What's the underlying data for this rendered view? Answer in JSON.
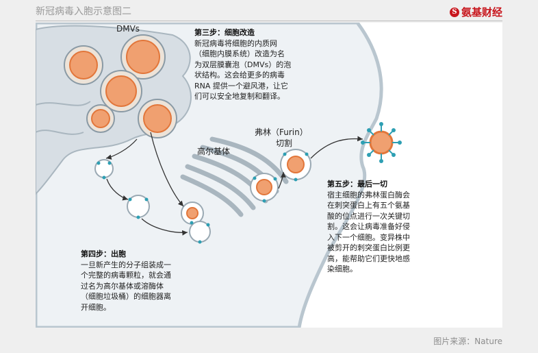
{
  "header": {
    "title": "新冠病毒入胞示意图二",
    "brand": "氨基财经",
    "brand_mark": "S"
  },
  "labels": {
    "dmvs": "DMVs",
    "golgi": "高尔基体",
    "furin_line1": "弗林（Furin）",
    "furin_line2": "切割"
  },
  "step3": {
    "heading": "第三步：细胞改造",
    "body": [
      "新冠病毒将细胞的内质网",
      "（细胞内膜系统）改造为名",
      "为双层膜囊泡（DMVs）的泡",
      "状结构。这会给更多的病毒",
      "RNA 提供一个避风港，让它",
      "们可以安全地复制和翻译。"
    ]
  },
  "step4": {
    "heading": "第四步：出胞",
    "body": [
      "一旦新产生的分子组装成一",
      "个完整的病毒颗粒，就会通",
      "过名为高尔基体或溶酶体",
      "（细胞垃圾桶）的细胞器离",
      "开细胞。"
    ]
  },
  "step5": {
    "heading": "第五步：最后一切",
    "body": [
      "宿主细胞的弗林蛋白酶会",
      "在刺突蛋白上有五个氨基",
      "酸的位点进行一次关键切",
      "割。这会让病毒准备好侵",
      "入下一个细胞。变异株中",
      "被剪开的刺突蛋白比例更",
      "高，能帮助它们更快地感",
      "染细胞。"
    ]
  },
  "footer": {
    "credit": "图片来源：Nature"
  },
  "colors": {
    "membrane": "#b9c6cf",
    "cell_fill": "#eef2f5",
    "virus_orange": "#e2763a",
    "spike_teal": "#2e9fb3",
    "brand_red": "#c8161d"
  }
}
